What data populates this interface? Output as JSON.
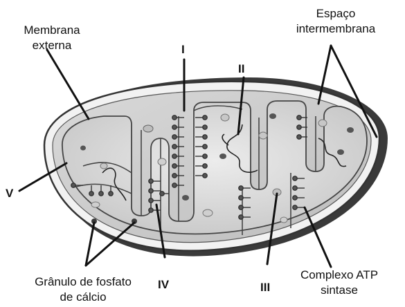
{
  "labels": {
    "outer_membrane": [
      "Membrana",
      "externa"
    ],
    "intermembrane_space": [
      "Espaço",
      "intermembrana"
    ],
    "granule": [
      "Grânulo de fosfato",
      "de cálcio"
    ],
    "atp_synthase": [
      "Complexo ATP",
      "sintase"
    ]
  },
  "markers": {
    "I": "I",
    "II": "II",
    "III": "III",
    "IV": "IV",
    "V": "V"
  }
}
